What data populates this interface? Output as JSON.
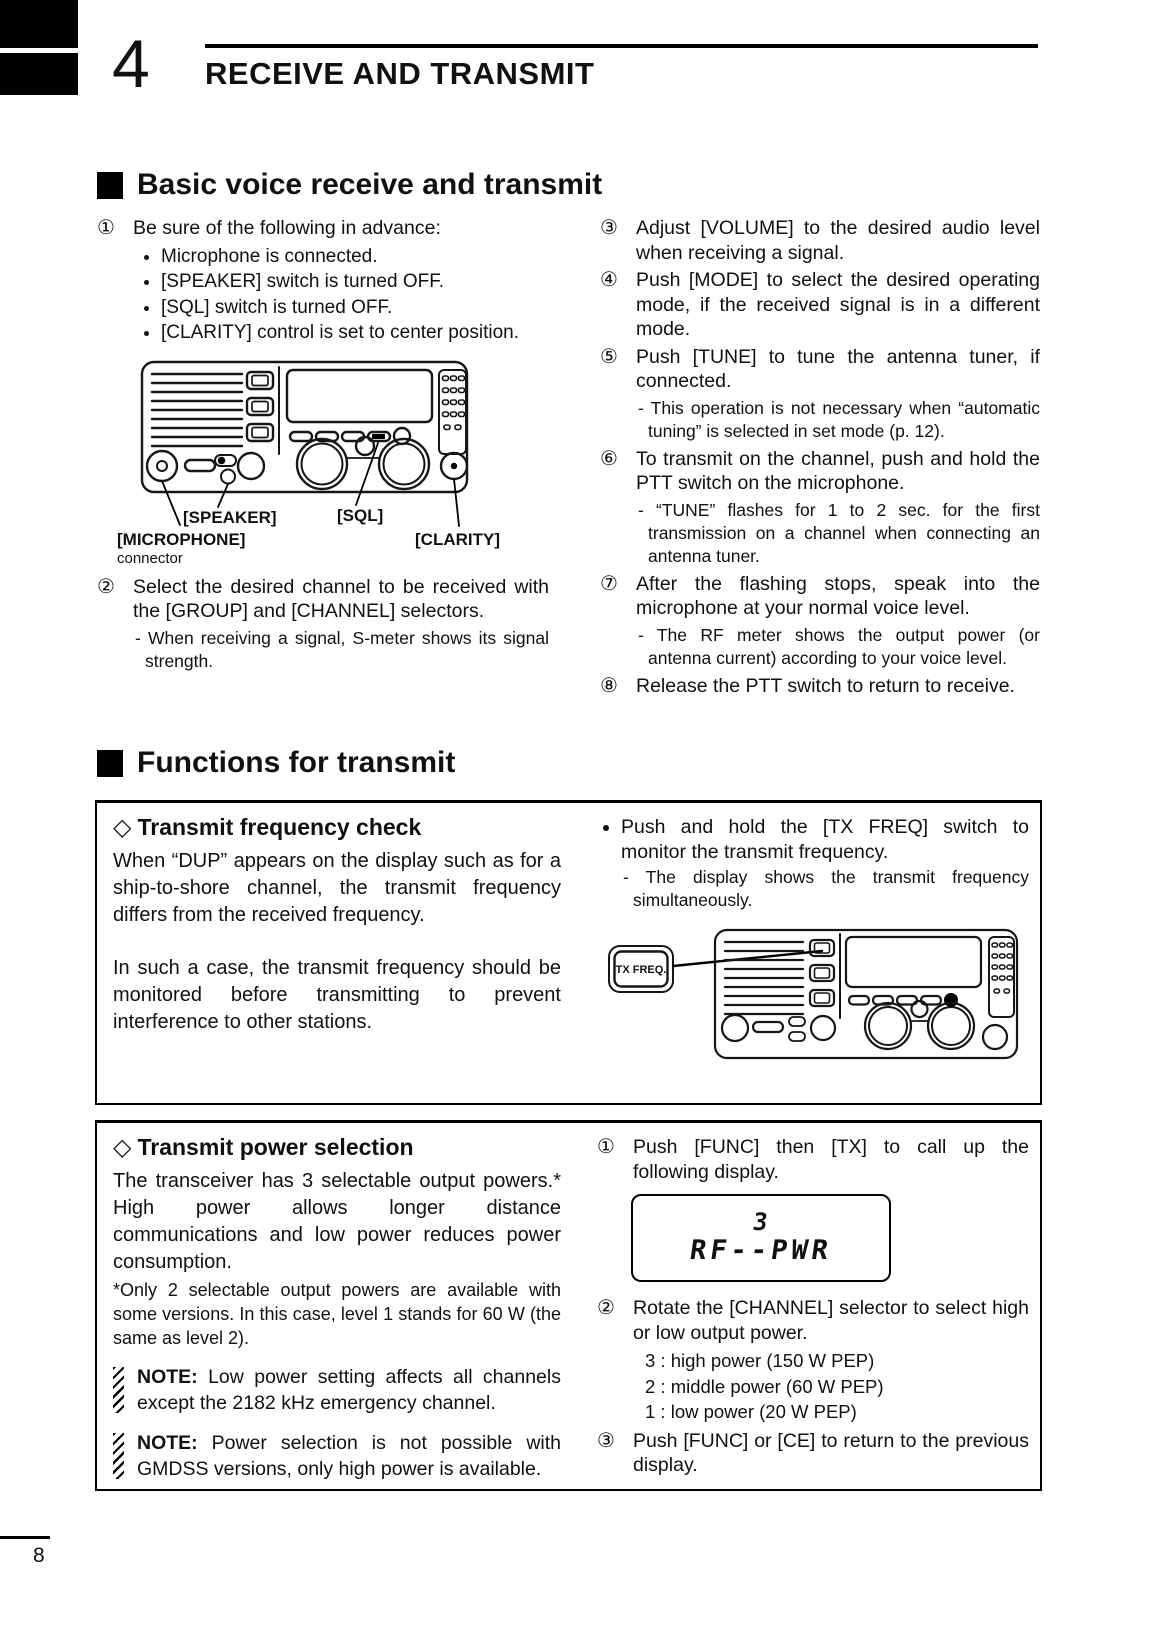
{
  "header": {
    "chapter_number": "4",
    "chapter_title": "RECEIVE AND TRANSMIT"
  },
  "basic": {
    "title": "Basic voice receive and transmit",
    "step1": {
      "num": "①",
      "text": "Be sure of the following in advance:"
    },
    "bullets": [
      "Microphone is connected.",
      "[SPEAKER] switch is turned OFF.",
      "[SQL] switch is turned OFF.",
      "[CLARITY] control is set to center position."
    ],
    "step2": {
      "num": "②",
      "text": "Select the desired channel to be received with the [GROUP] and [CHANNEL] selectors.",
      "sub": "- When receiving a signal, S-meter shows its signal strength."
    },
    "steps_right": [
      {
        "num": "③",
        "text": "Adjust [VOLUME] to the desired audio level when receiving a signal."
      },
      {
        "num": "④",
        "text": "Push [MODE] to select the desired operating mode, if the received signal is in a different mode."
      },
      {
        "num": "⑤",
        "text": "Push [TUNE] to tune the antenna tuner, if connected.",
        "sub": "- This operation is not necessary when “automatic tuning” is selected in set mode (p. 12)."
      },
      {
        "num": "⑥",
        "text": "To transmit on the channel, push and hold the PTT switch on the microphone.",
        "sub": "- “TUNE” flashes for 1 to 2 sec. for the first transmission on a channel when connecting an antenna tuner."
      },
      {
        "num": "⑦",
        "text": "After the flashing stops, speak into the microphone at your normal voice level.",
        "sub": "- The RF meter shows the output power (or antenna current) according to your voice level."
      },
      {
        "num": "⑧",
        "text": "Release the PTT switch to return to receive."
      }
    ],
    "diagram_labels": {
      "speaker": "[SPEAKER]",
      "sql": "[SQL]",
      "microphone": "[MICROPHONE]",
      "microphone_sub": "connector",
      "clarity": "[CLARITY]"
    }
  },
  "functions": {
    "title": "Functions for transmit",
    "freq_box": {
      "marker": "◇",
      "title": "Transmit frequency check",
      "para1": "When “DUP” appears on the display such as for a ship-to-shore channel, the transmit frequency differs from the received frequency.",
      "para2": "In such a case, the transmit frequency should be monitored before transmitting to prevent interference to other stations.",
      "bullet": "Push and hold the [TX FREQ] switch to monitor the transmit frequency.",
      "bullet_sub": "- The display shows the transmit frequency simultaneously.",
      "callout": "TX FREQ."
    },
    "power_box": {
      "marker": "◇",
      "title": "Transmit power selection",
      "para1": "The transceiver has 3 selectable output powers.* High power allows longer distance communications and low power reduces power consumption.",
      "footnote": "*Only 2 selectable output powers are available with some versions. In this case, level 1 stands for 60 W (the same as level 2).",
      "note_label": "NOTE:",
      "note1": "Low power setting affects all channels except the 2182 kHz emergency channel.",
      "note2": "Power selection is not possible with GMDSS versions, only high power is available.",
      "step1": {
        "num": "①",
        "text": "Push [FUNC] then [TX] to call up the following display."
      },
      "display": {
        "line1": "3",
        "line2": "RF--PWR"
      },
      "step2": {
        "num": "②",
        "text": "Rotate the [CHANNEL] selector to select high or low output power."
      },
      "levels": [
        "3 : high power (150 W PEP)",
        "2 : middle power (60 W PEP)",
        "1 : low power (20 W PEP)"
      ],
      "step3": {
        "num": "③",
        "text": "Push [FUNC] or [CE] to return to the previous display."
      }
    }
  },
  "footer": {
    "page_number": "8"
  }
}
